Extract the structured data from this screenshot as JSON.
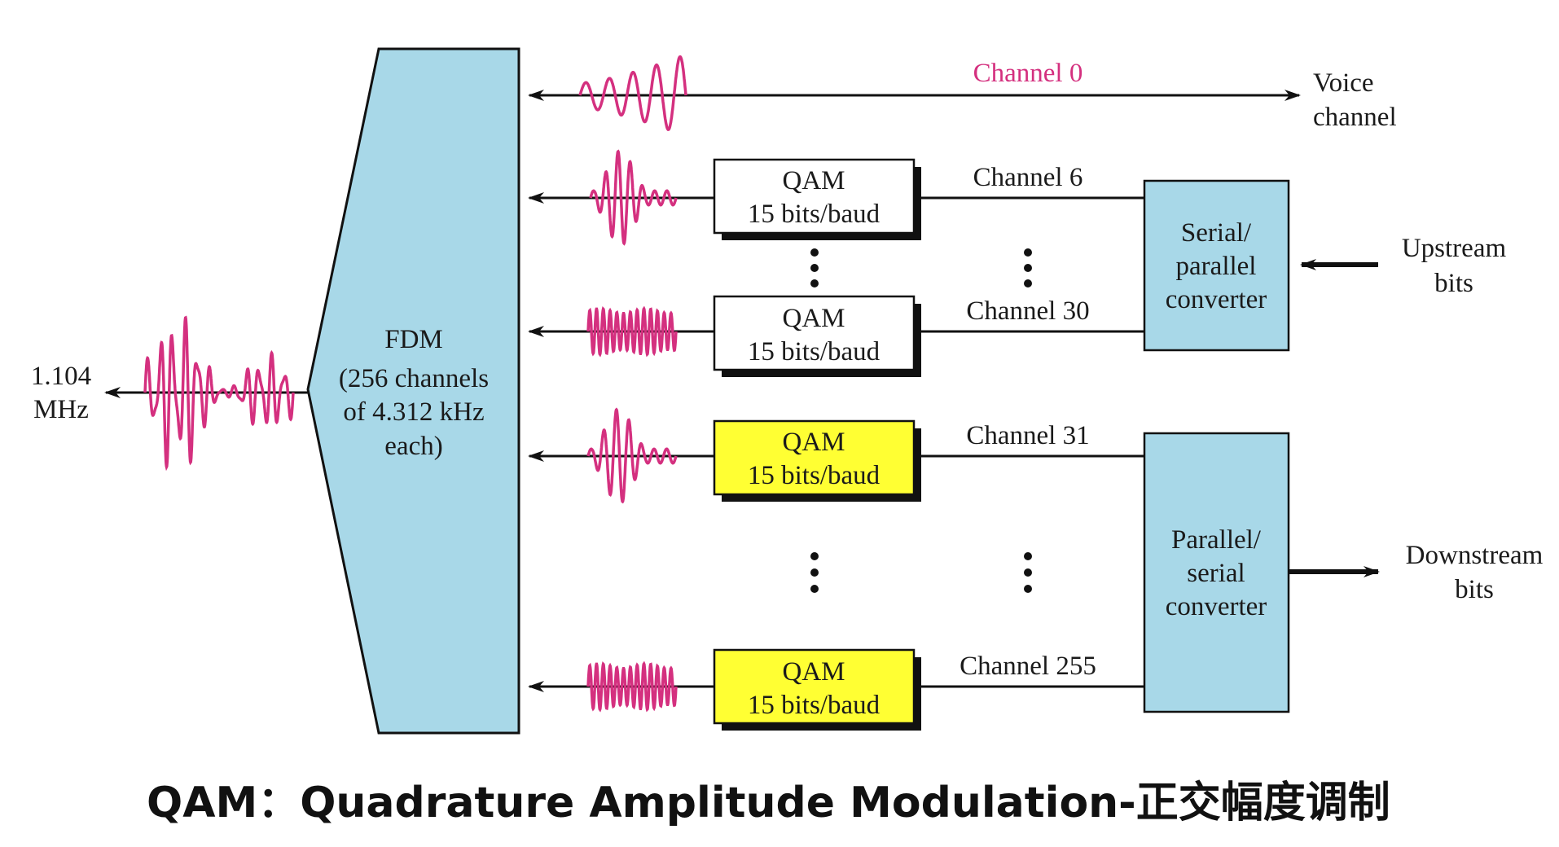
{
  "colors": {
    "block_fill": "#a8d8e8",
    "qam_fill_white": "#ffffff",
    "qam_fill_yellow": "#ffff33",
    "wave": "#d4307f",
    "channel0": "#d4307f",
    "line": "#111111"
  },
  "fdm": {
    "line1": "FDM",
    "line2": "(256 channels",
    "line3": "of 4.312 kHz",
    "line4": "each)"
  },
  "left_output": {
    "line1": "1.104",
    "line2": "MHz"
  },
  "channels": {
    "ch0": "Channel 0",
    "ch6": "Channel 6",
    "ch30": "Channel 30",
    "ch31": "Channel 31",
    "ch255": "Channel 255"
  },
  "voice": {
    "line1": "Voice",
    "line2": "channel"
  },
  "qam": {
    "line1": "QAM",
    "line2": "15 bits/baud"
  },
  "serial_parallel": {
    "line1": "Serial/",
    "line2": "parallel",
    "line3": "converter"
  },
  "parallel_serial": {
    "line1": "Parallel/",
    "line2": "serial",
    "line3": "converter"
  },
  "upstream": {
    "line1": "Upstream",
    "line2": "bits"
  },
  "downstream": {
    "line1": "Downstream",
    "line2": "bits"
  },
  "caption": "QAM：Quadrature Amplitude Modulation-正交幅度调制"
}
